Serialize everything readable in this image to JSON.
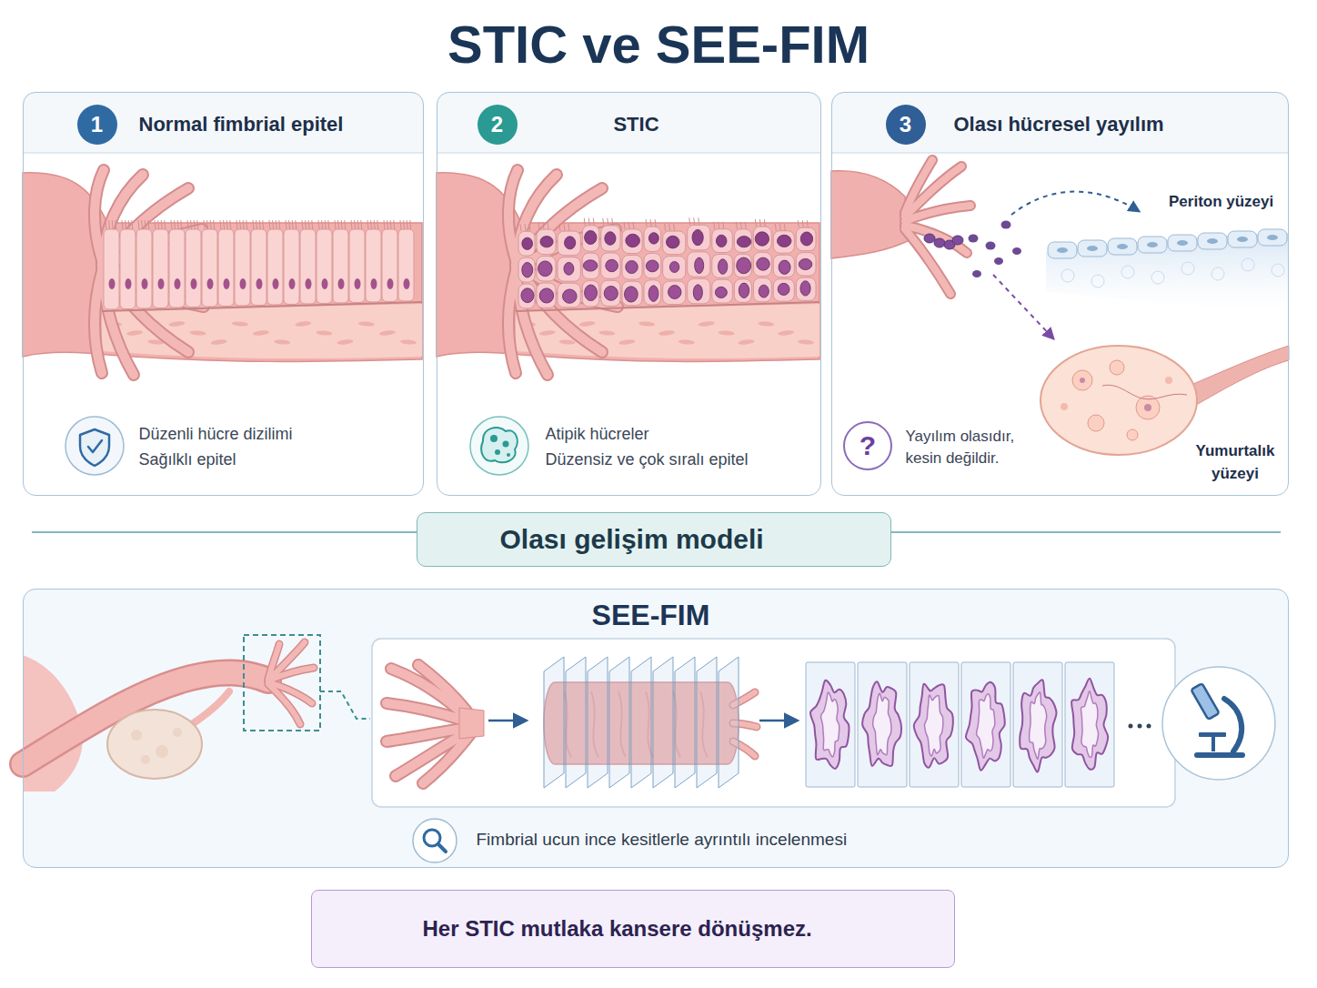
{
  "diagram": {
    "title": "STIC ve SEE-FIM",
    "nodes": [
      {
        "text": [
          "Normal fimbrial epitel",
          "Düzenli hücre dizilimi",
          "Sağılklı epitel"
        ]
      },
      {
        "text": [
          "1"
        ],
        "in": 0
      },
      {
        "text": [
          "STIC",
          "Atipik hücreler",
          "Düzensiz ve çok sıralı epitel"
        ]
      },
      {
        "text": [
          "2"
        ],
        "in": 2
      },
      {
        "text": [
          "Olası hücresel yayılım",
          "Yayılım olasıdır, kesin değildir."
        ]
      },
      {
        "text": [
          "3"
        ],
        "in": 4
      },
      {
        "text": [
          "Olası gelişim modeli"
        ]
      },
      {
        "text": [
          "SEE-FIM",
          "Fimbrial ucun ince kesitlerle ayrıntılı incelenmesi"
        ]
      },
      {
        "text": [
          "Her STIC mutlaka kansere dönüşmez."
        ]
      }
    ],
    "labels": [
      "Periton yüzeyi",
      "Yumurtalık yüzeyi",
      "?"
    ]
  }
}
